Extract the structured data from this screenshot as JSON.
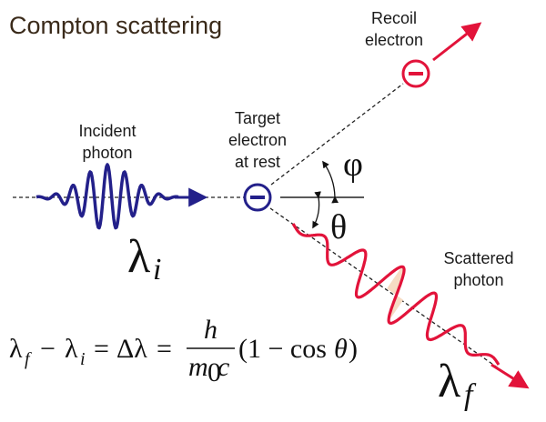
{
  "title": "Compton scattering",
  "labels": {
    "recoil_line1": "Recoil",
    "recoil_line2": "electron",
    "incident_line1": "Incident",
    "incident_line2": "photon",
    "target_line1": "Target",
    "target_line2": "electron",
    "target_line3": "at rest",
    "scattered_line1": "Scattered",
    "scattered_line2": "photon"
  },
  "symbols": {
    "phi": "φ",
    "theta": "θ",
    "lambda": "λ",
    "sub_i": "i",
    "sub_f": "f",
    "electron_sign": "−"
  },
  "equation": {
    "lambda": "λ",
    "sub_f": "f",
    "minus": "−",
    "sub_i": "i",
    "equals1": "=",
    "delta_lambda": "Δλ",
    "equals2": "=",
    "numerator": "h",
    "den_m": "m",
    "den_sub": "0",
    "den_c": "c",
    "factor": "(1 − cos",
    "theta": "θ",
    "close": ")"
  },
  "colors": {
    "incident_wave": "#23208a",
    "scattered_wave": "#e2133a",
    "recoil_arrow": "#e2133a",
    "target_electron": "#23208a",
    "recoil_electron": "#e2133a",
    "shading": "#f6dcc4"
  }
}
